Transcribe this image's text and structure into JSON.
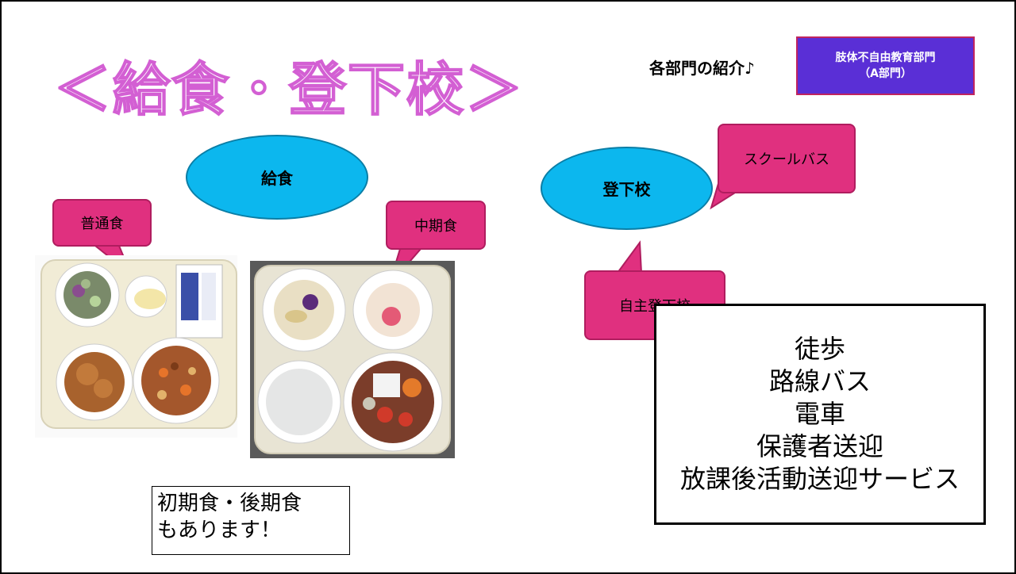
{
  "title": "＜給食・登下校＞",
  "intro": "各部門の紹介♪",
  "department": {
    "line1": "肢体不自由教育部門",
    "line2": "（A部門）"
  },
  "lunch_label": "給食",
  "commute_label": "登下校",
  "callouts": {
    "regular_meal": "普通食",
    "mid_stage_meal": "中期食",
    "school_bus": "スクールバス",
    "self_commute": "自主登下校"
  },
  "note": {
    "line1": "初期食・後期食",
    "line2": "もあります！"
  },
  "commute_methods": [
    "徒歩",
    "路線バス",
    "電車",
    "保護者送迎",
    "放課後活動送迎サービス"
  ],
  "colors": {
    "title_outline": "#d35fd3",
    "callout": "#e0307f",
    "ellipse": "#0cb7ee",
    "department_box": "#5a2fd6"
  }
}
